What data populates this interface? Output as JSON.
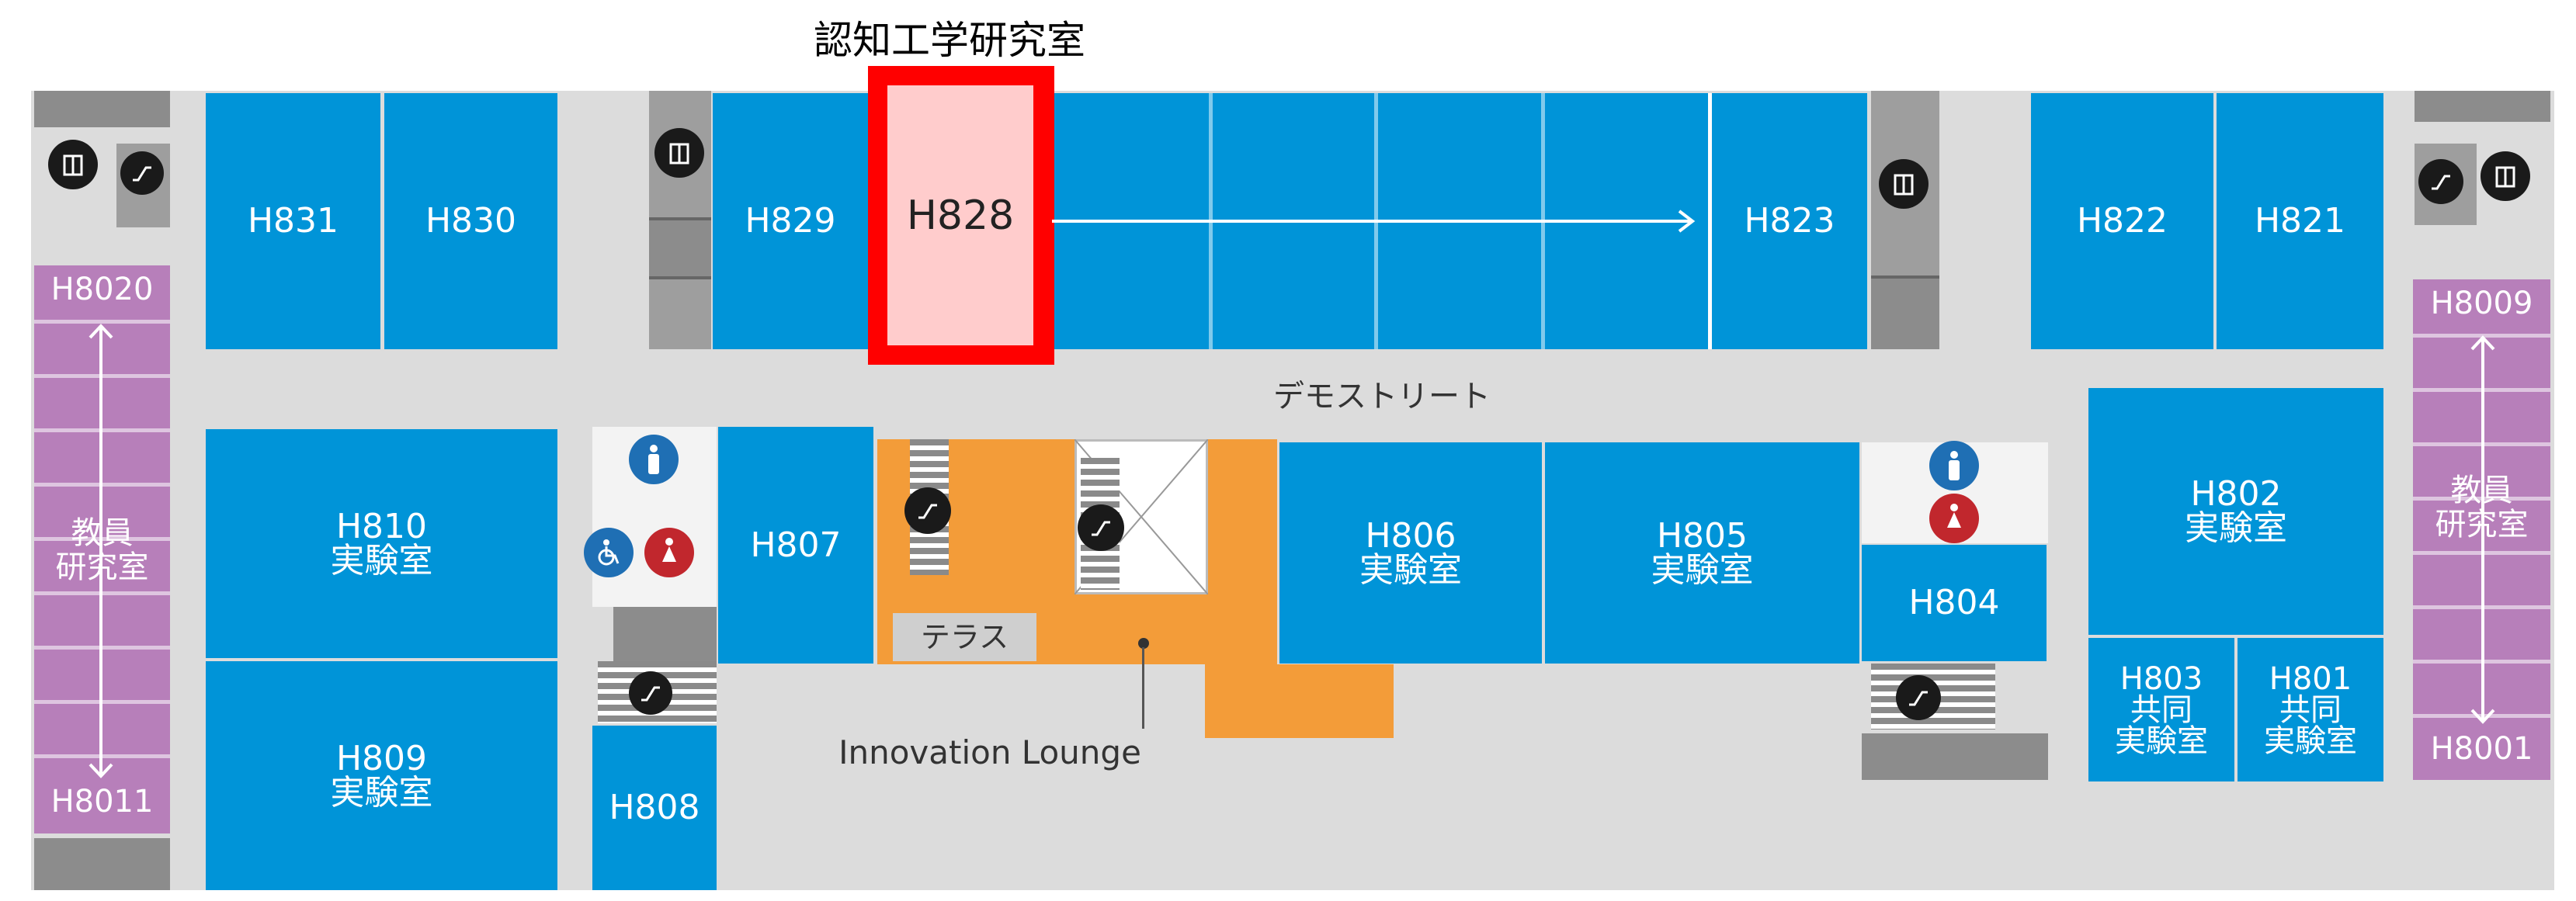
{
  "highlight": {
    "label": "認知工学研究室",
    "room": "H828",
    "color": "#ff0000",
    "fill": "#ffcccc"
  },
  "street": "デモストリート",
  "lounge": "Innovation Lounge",
  "terrace": "テラス",
  "rooms": {
    "h831": "H831",
    "h830": "H830",
    "h829": "H829",
    "h823": "H823",
    "h822": "H822",
    "h821": "H821",
    "h810": "H810",
    "h809": "H809",
    "h807": "H807",
    "h808": "H808",
    "h806": "H806",
    "h805": "H805",
    "h804": "H804",
    "h802": "H802",
    "h803": "H803",
    "h801": "H801",
    "h8020": "H8020",
    "h8011": "H8011",
    "h8009": "H8009",
    "h8001": "H8001"
  },
  "labels": {
    "lab": "実験室",
    "shared": "共同",
    "faculty_1": "教員",
    "faculty_2": "研究室"
  },
  "colors": {
    "room": "#0094d8",
    "purple": "#b77fba",
    "lounge": "#f39c39",
    "corridor": "#dcdcdc"
  },
  "icons": [
    "elevator-icon",
    "escalator-icon",
    "restroom-male-icon",
    "restroom-female-icon",
    "wheelchair-icon"
  ]
}
